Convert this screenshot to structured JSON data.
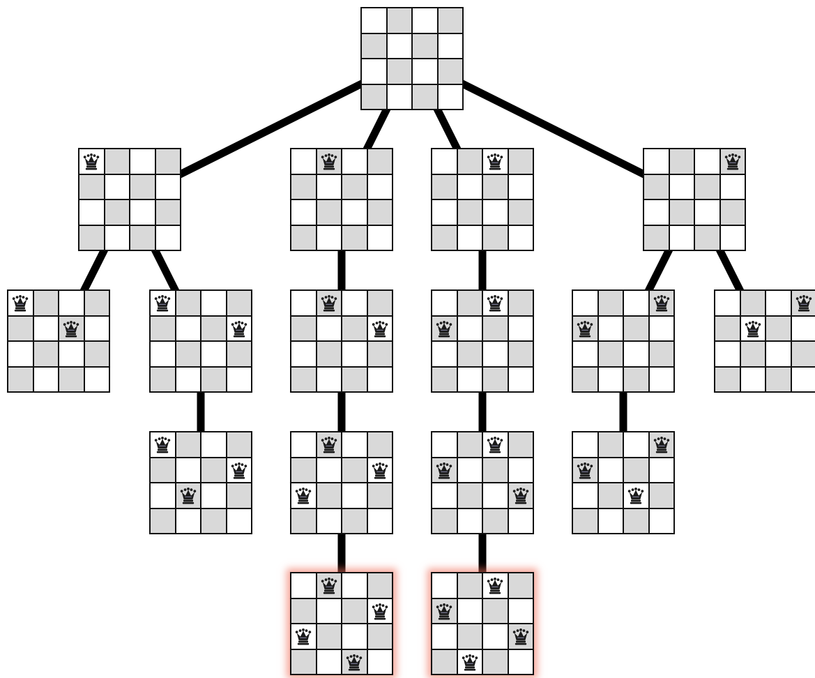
{
  "colors": {
    "light_square": "#ffffff",
    "dark_square": "#d9d9d9",
    "grid_line": "#111111",
    "edge": "#000000",
    "solution_glow": "#f06e5a"
  },
  "board_size": 4,
  "queen_icon": "queen-icon",
  "tree": {
    "nodes": [
      {
        "id": "root",
        "queens": [],
        "parent": null,
        "solution": false
      },
      {
        "id": "q0",
        "queens": [
          0
        ],
        "parent": "root",
        "solution": false
      },
      {
        "id": "q1",
        "queens": [
          1
        ],
        "parent": "root",
        "solution": false
      },
      {
        "id": "q2",
        "queens": [
          2
        ],
        "parent": "root",
        "solution": false
      },
      {
        "id": "q3",
        "queens": [
          3
        ],
        "parent": "root",
        "solution": false
      },
      {
        "id": "q0-2",
        "queens": [
          0,
          2
        ],
        "parent": "q0",
        "solution": false
      },
      {
        "id": "q0-3",
        "queens": [
          0,
          3
        ],
        "parent": "q0",
        "solution": false
      },
      {
        "id": "q1-3",
        "queens": [
          1,
          3
        ],
        "parent": "q1",
        "solution": false
      },
      {
        "id": "q2-0",
        "queens": [
          2,
          0
        ],
        "parent": "q2",
        "solution": false
      },
      {
        "id": "q3-0",
        "queens": [
          3,
          0
        ],
        "parent": "q3",
        "solution": false
      },
      {
        "id": "q3-1",
        "queens": [
          3,
          1
        ],
        "parent": "q3",
        "solution": false
      },
      {
        "id": "q0-3-1",
        "queens": [
          0,
          3,
          1
        ],
        "parent": "q0-3",
        "solution": false
      },
      {
        "id": "q1-3-0",
        "queens": [
          1,
          3,
          0
        ],
        "parent": "q1-3",
        "solution": false
      },
      {
        "id": "q2-0-3",
        "queens": [
          2,
          0,
          3
        ],
        "parent": "q2-0",
        "solution": false
      },
      {
        "id": "q3-0-2",
        "queens": [
          3,
          0,
          2
        ],
        "parent": "q3-0",
        "solution": false
      },
      {
        "id": "q1-3-0-2",
        "queens": [
          1,
          3,
          0,
          2
        ],
        "parent": "q1-3-0",
        "solution": true
      },
      {
        "id": "q2-0-3-1",
        "queens": [
          2,
          0,
          3,
          1
        ],
        "parent": "q2-0-3",
        "solution": true
      }
    ]
  }
}
